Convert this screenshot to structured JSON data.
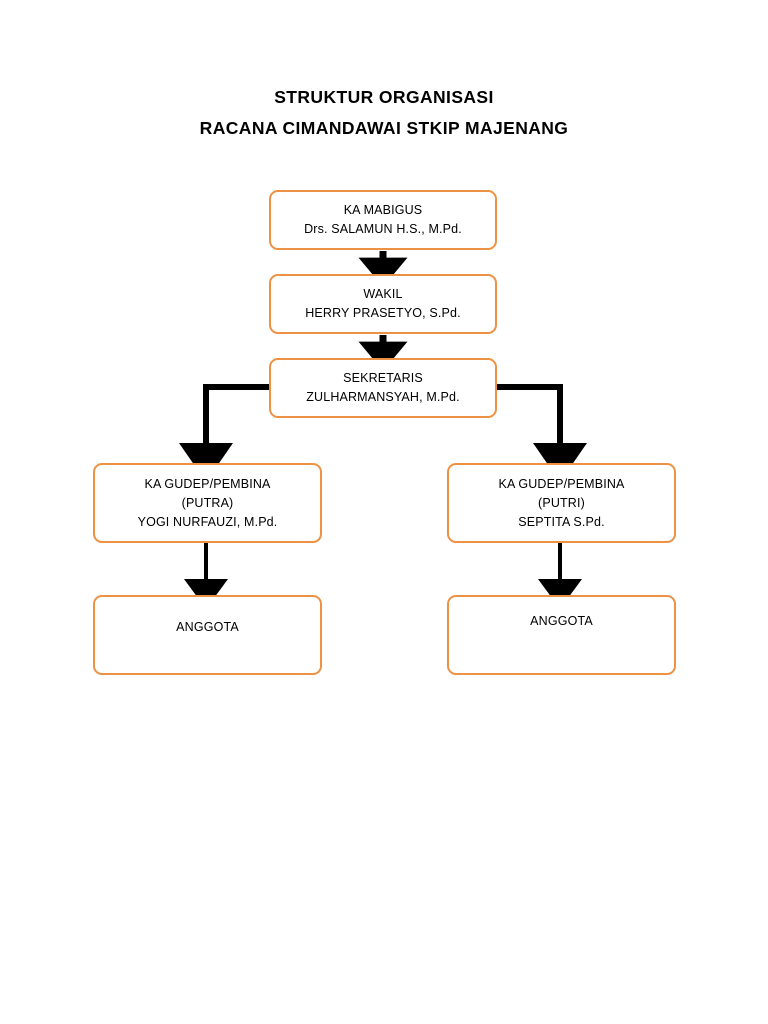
{
  "document": {
    "title_lines": [
      "STRUKTUR ORGANISASI",
      "RACANA CIMANDAWAI STKIP MAJENANG"
    ]
  },
  "colors": {
    "box_border": "#ED9245",
    "box_fill": "#FFFFFF",
    "connector": "#000000",
    "text": "#000000"
  },
  "chart_data": {
    "type": "diagram",
    "diagram_type": "organizational-chart",
    "title": "STRUKTUR ORGANISASI RACANA CIMANDAWAI STKIP MAJENANG",
    "nodes": [
      {
        "id": "mabigus",
        "role": "KA MABIGUS",
        "person": "Drs. SALAMUN H.S., M.Pd.",
        "lines": [
          "KA MABIGUS",
          "Drs. SALAMUN H.S., M.Pd."
        ],
        "level": 0
      },
      {
        "id": "wakil",
        "role": "WAKIL",
        "person": "HERRY PRASETYO, S.Pd.",
        "lines": [
          "WAKIL",
          "HERRY PRASETYO, S.Pd."
        ],
        "level": 1
      },
      {
        "id": "sekretaris",
        "role": "SEKRETARIS",
        "person": "ZULHARMANSYAH, M.Pd.",
        "lines": [
          "SEKRETARIS",
          "ZULHARMANSYAH, M.Pd."
        ],
        "level": 2
      },
      {
        "id": "gudep-putra",
        "role": "KA GUDEP/PEMBINA",
        "qualifier": "(PUTRA)",
        "person": "YOGI NURFAUZI, M.Pd.",
        "lines": [
          "KA GUDEP/PEMBINA",
          "(PUTRA)",
          "YOGI NURFAUZI, M.Pd."
        ],
        "level": 3,
        "branch": "left"
      },
      {
        "id": "gudep-putri",
        "role": "KA GUDEP/PEMBINA",
        "qualifier": "(PUTRI)",
        "person": "SEPTITA S.Pd.",
        "lines": [
          "KA GUDEP/PEMBINA",
          "(PUTRI)",
          "SEPTITA S.Pd."
        ],
        "level": 3,
        "branch": "right"
      },
      {
        "id": "anggota-putra",
        "role": "ANGGOTA",
        "person": "",
        "lines": [
          "ANGGOTA"
        ],
        "level": 4,
        "branch": "left"
      },
      {
        "id": "anggota-putri",
        "role": "ANGGOTA",
        "person": "",
        "lines": [
          "ANGGOTA"
        ],
        "level": 4,
        "branch": "right"
      }
    ],
    "edges": [
      {
        "from": "mabigus",
        "to": "wakil",
        "style": "arrow-down"
      },
      {
        "from": "wakil",
        "to": "sekretaris",
        "style": "arrow-down"
      },
      {
        "from": "sekretaris",
        "to": "gudep-putra",
        "style": "elbow-left-down-arrow"
      },
      {
        "from": "sekretaris",
        "to": "gudep-putri",
        "style": "elbow-right-down-arrow"
      },
      {
        "from": "gudep-putra",
        "to": "anggota-putra",
        "style": "arrow-down"
      },
      {
        "from": "gudep-putri",
        "to": "anggota-putri",
        "style": "arrow-down"
      }
    ]
  }
}
